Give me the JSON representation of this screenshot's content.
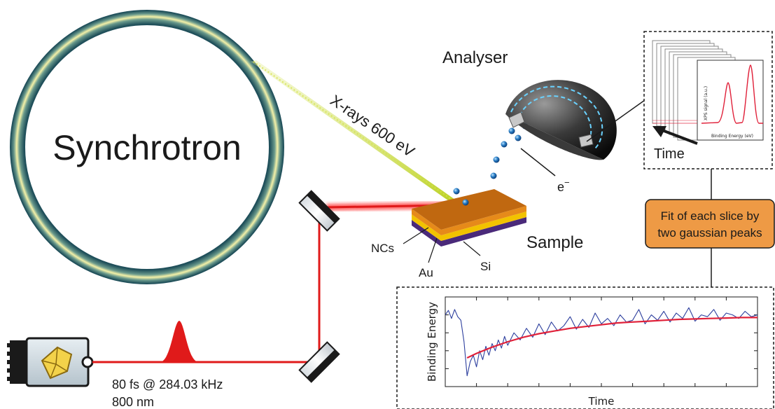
{
  "labels": {
    "synchrotron": "Synchrotron",
    "xray": "X-rays 600 eV",
    "analyser": "Analyser",
    "electron": "e",
    "electron_sup": "−",
    "sample": "Sample",
    "ncs": "NCs",
    "au": "Au",
    "si": "Si",
    "laser_line1": "80 fs @ 284.03 kHz",
    "laser_line2": "800 nm",
    "fit_line1": "Fit of each slice by",
    "fit_line2": "two gaussian peaks",
    "stack_time": "Time"
  },
  "spectrum_inset": {
    "ylabel": "XPS signal (a.u.)",
    "xlabel": "Binding Energy (eV)"
  },
  "colors": {
    "ring_outer": "#1f4f5a",
    "ring_inner": "#f4f1a8",
    "laser": "#e01a1a",
    "xray": "#c8dc2a",
    "fit_box": "#ee9a45",
    "sample_top": "#c76a10",
    "sample_gold": "#f2c200",
    "sample_si": "#4a2a7a",
    "trace": "#2d3f9e",
    "fit_curve": "#e0213a"
  },
  "chart_data": {
    "type": "line",
    "title": "",
    "xlabel": "Time",
    "ylabel": "Binding Energy",
    "xlim": [
      0,
      100
    ],
    "ylim": [
      0,
      1
    ],
    "grid": false,
    "series": [
      {
        "style": "noisy-data",
        "x": [
          0,
          1,
          2,
          3,
          4,
          5,
          6,
          7,
          8,
          9,
          10,
          11,
          12,
          13,
          14,
          15,
          16,
          17,
          18,
          19,
          20,
          22,
          24,
          26,
          28,
          30,
          32,
          34,
          36,
          38,
          40,
          42,
          44,
          46,
          48,
          50,
          52,
          54,
          56,
          58,
          60,
          62,
          64,
          66,
          68,
          70,
          72,
          74,
          76,
          78,
          80,
          82,
          84,
          86,
          88,
          90,
          92,
          94,
          96,
          98,
          100
        ],
        "values": [
          0.8,
          0.85,
          0.76,
          0.86,
          0.78,
          0.74,
          0.5,
          0.12,
          0.28,
          0.35,
          0.22,
          0.4,
          0.3,
          0.45,
          0.35,
          0.48,
          0.4,
          0.52,
          0.43,
          0.56,
          0.46,
          0.6,
          0.52,
          0.65,
          0.55,
          0.7,
          0.58,
          0.72,
          0.62,
          0.68,
          0.78,
          0.64,
          0.75,
          0.66,
          0.82,
          0.7,
          0.76,
          0.68,
          0.8,
          0.72,
          0.74,
          0.86,
          0.7,
          0.8,
          0.74,
          0.84,
          0.72,
          0.82,
          0.76,
          0.88,
          0.73,
          0.8,
          0.78,
          0.86,
          0.74,
          0.82,
          0.8,
          0.76,
          0.84,
          0.78,
          0.8
        ]
      },
      {
        "style": "exponential-fit",
        "x": [
          7,
          10,
          15,
          20,
          25,
          30,
          35,
          40,
          45,
          50,
          55,
          60,
          65,
          70,
          75,
          80,
          85,
          90,
          95,
          100
        ],
        "values": [
          0.32,
          0.37,
          0.44,
          0.5,
          0.55,
          0.59,
          0.62,
          0.65,
          0.67,
          0.69,
          0.71,
          0.72,
          0.73,
          0.74,
          0.75,
          0.755,
          0.76,
          0.765,
          0.77,
          0.77
        ]
      }
    ]
  }
}
